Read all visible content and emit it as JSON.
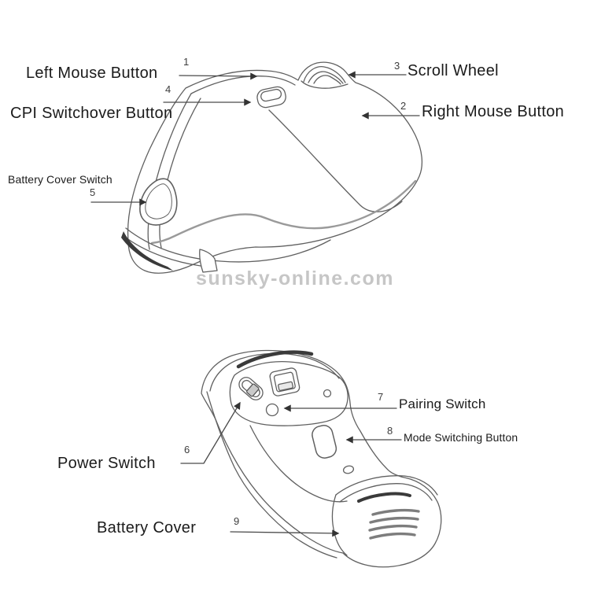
{
  "watermark": {
    "text": "sunsky-online.com",
    "color": "#c6c6c6"
  },
  "colors": {
    "background": "#ffffff",
    "line": "#606060",
    "line_dark": "#3a3a3a",
    "line_light": "#9a9a9a",
    "label": "#1b1b1b",
    "number": "#3d3d3d",
    "leader": "#4a4a4a"
  },
  "top_view": {
    "labels": [
      {
        "number": "1",
        "text": "Left Mouse Button"
      },
      {
        "number": "2",
        "text": "Right Mouse Button"
      },
      {
        "number": "3",
        "text": "Scroll Wheel"
      },
      {
        "number": "4",
        "text": "CPI Switchover Button"
      },
      {
        "number": "5",
        "text": "Battery Cover Switch"
      }
    ]
  },
  "bottom_view": {
    "labels": [
      {
        "number": "6",
        "text": "Power Switch"
      },
      {
        "number": "7",
        "text": "Pairing Switch"
      },
      {
        "number": "8",
        "text": "Mode Switching Button"
      },
      {
        "number": "9",
        "text": "Battery Cover"
      }
    ]
  }
}
